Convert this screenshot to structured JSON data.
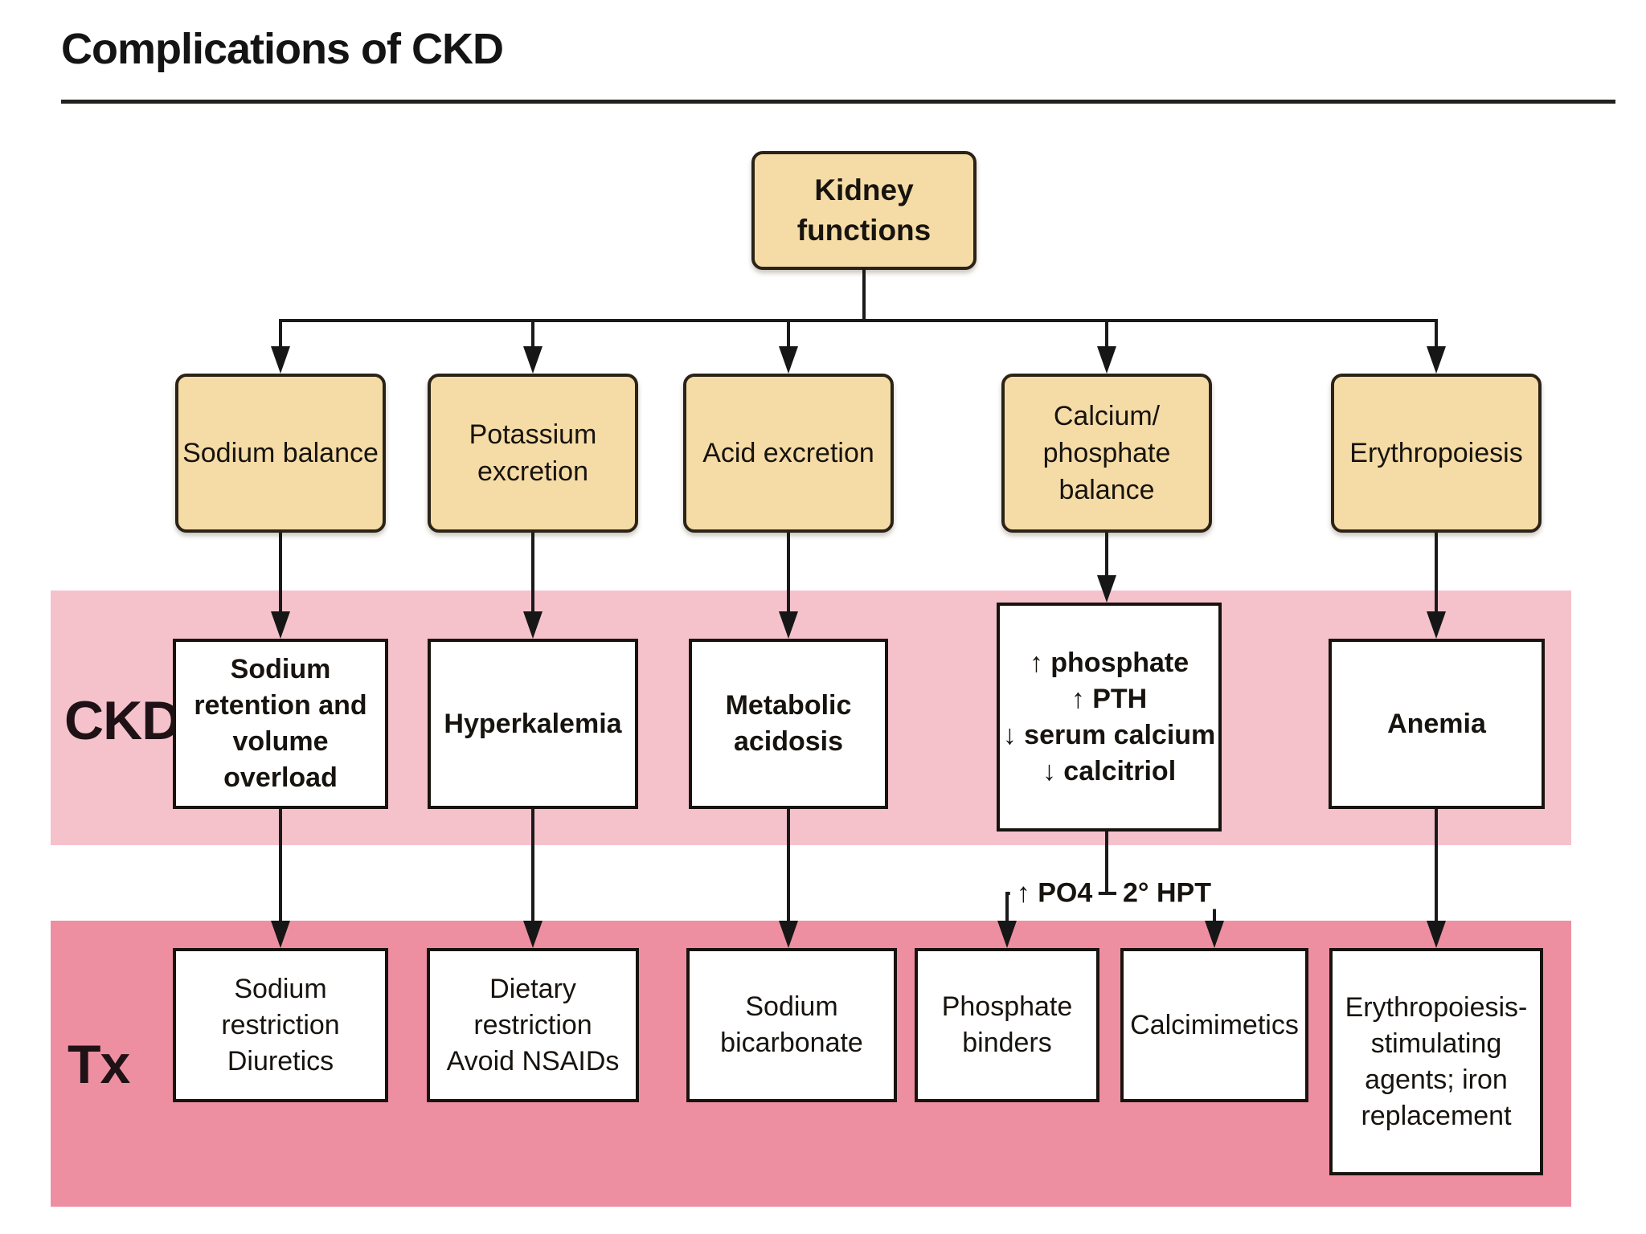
{
  "title": "Complications of CKD",
  "colors": {
    "function_box_fill": "#F5DCA6",
    "ckd_band": "#F5C2CC",
    "tx_band": "#EE8FA1",
    "box_border": "#18130e",
    "connector": "#1a1a1a",
    "background": "#ffffff"
  },
  "root": {
    "lines": [
      "Kidney",
      "functions"
    ]
  },
  "functions": [
    {
      "lines": [
        "Sodium balance"
      ]
    },
    {
      "lines": [
        "Potassium",
        "excretion"
      ]
    },
    {
      "lines": [
        "Acid excretion"
      ]
    },
    {
      "lines": [
        "Calcium/",
        "phosphate",
        "balance"
      ]
    },
    {
      "lines": [
        "Erythropoiesis"
      ]
    }
  ],
  "row_labels": {
    "ckd": "CKD",
    "tx": "Tx"
  },
  "ckd_complications": [
    {
      "lines": [
        "Sodium",
        "retention and",
        "volume overload"
      ]
    },
    {
      "lines": [
        "Hyperkalemia"
      ]
    },
    {
      "lines": [
        "Metabolic",
        "acidosis"
      ]
    },
    {
      "lines": [
        "↑ phosphate",
        "↑ PTH",
        "↓ serum calcium",
        "↓ calcitriol"
      ]
    },
    {
      "lines": [
        "Anemia"
      ]
    }
  ],
  "split_labels": {
    "po4": "↑ PO4",
    "hpt": "2° HPT"
  },
  "treatments": [
    {
      "lines": [
        "Sodium",
        "restriction",
        "Diuretics"
      ]
    },
    {
      "lines": [
        "Dietary",
        "restriction",
        "Avoid NSAIDs"
      ]
    },
    {
      "lines": [
        "Sodium",
        "bicarbonate"
      ]
    },
    {
      "lines": [
        "Phosphate",
        "binders"
      ]
    },
    {
      "lines": [
        "Calcimimetics"
      ]
    },
    {
      "lines": [
        "Erythropoiesis-",
        "stimulating",
        "agents; iron",
        "replacement"
      ]
    }
  ]
}
